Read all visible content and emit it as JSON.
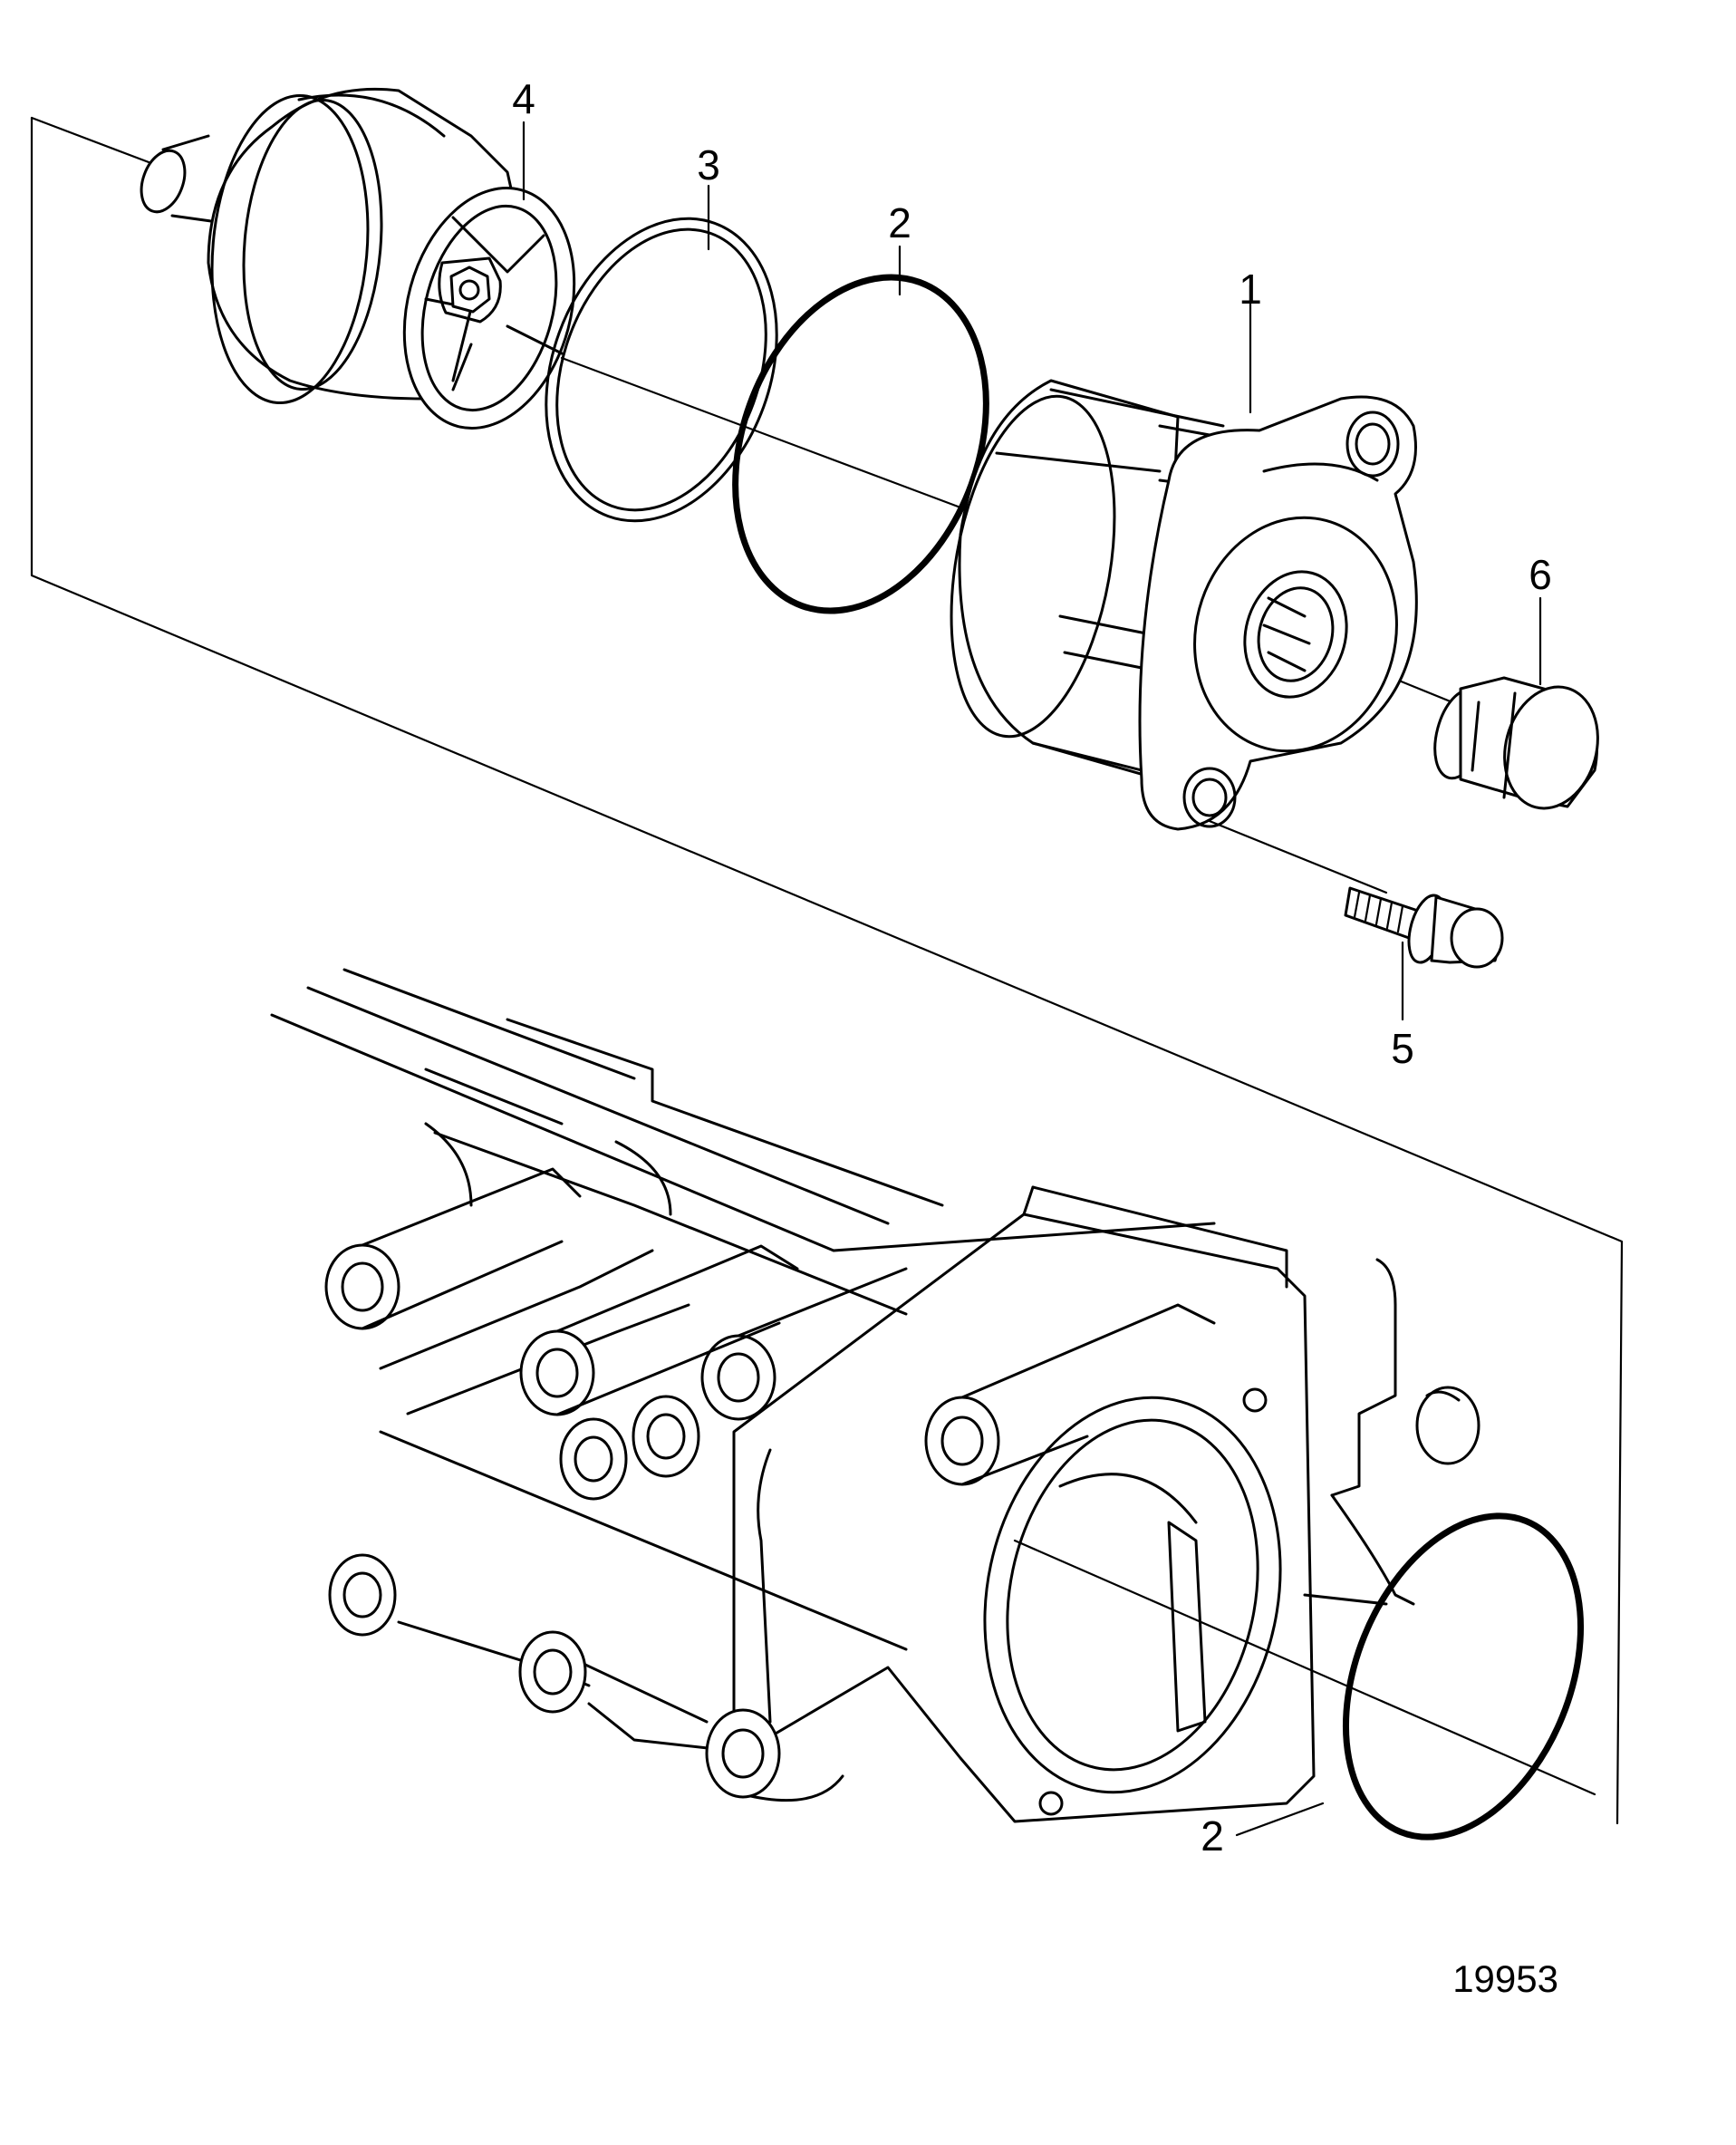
{
  "callouts": [
    {
      "id": "c4",
      "text": "4"
    },
    {
      "id": "c3",
      "text": "3"
    },
    {
      "id": "c2a",
      "text": "2"
    },
    {
      "id": "c1",
      "text": "1"
    },
    {
      "id": "c6",
      "text": "6"
    },
    {
      "id": "c5",
      "text": "5"
    },
    {
      "id": "c2b",
      "text": "2"
    }
  ],
  "figure_number": "19953"
}
